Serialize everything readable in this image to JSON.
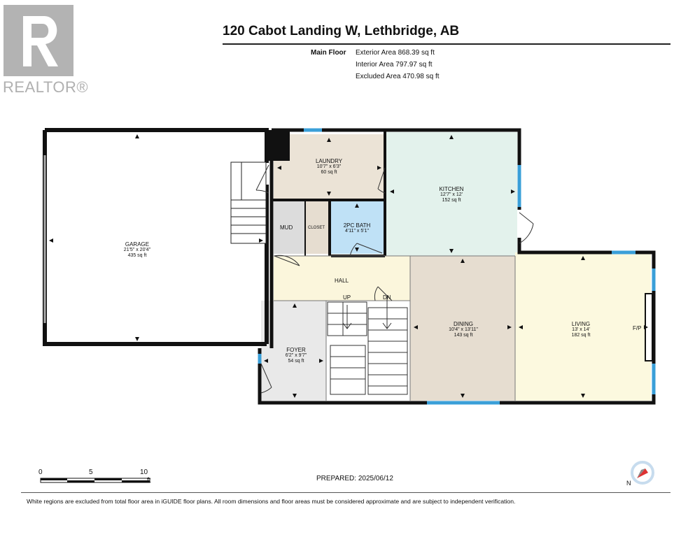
{
  "header": {
    "title": "120 Cabot Landing W, Lethbridge, AB",
    "floor_label": "Main Floor",
    "exterior_area": "Exterior Area 868.39 sq ft",
    "interior_area": "Interior Area 797.97 sq ft",
    "excluded_area": "Excluded Area 470.98 sq ft"
  },
  "logo": {
    "text": "REALTOR®",
    "icon": "realtor-r-logo",
    "color": "#b3b3b3"
  },
  "rooms": {
    "garage": {
      "name": "GARAGE",
      "dims": "21'5\" x 20'4\"",
      "area": "435 sq ft"
    },
    "laundry": {
      "name": "LAUNDRY",
      "dims": "10'7\" x 6'3\"",
      "area": "60 sq ft"
    },
    "kitchen": {
      "name": "KITCHEN",
      "dims": "12'7\" x 12'",
      "area": "152 sq ft"
    },
    "bath": {
      "name": "2PC BATH",
      "dims": "4'11\" x 5'1\""
    },
    "mud": {
      "name": "MUD"
    },
    "closet": {
      "name": "CLOSET"
    },
    "hall": {
      "name": "HALL"
    },
    "up": {
      "name": "UP"
    },
    "dn": {
      "name": "DN"
    },
    "dining": {
      "name": "DINING",
      "dims": "10'4\" x 13'11\"",
      "area": "143 sq ft"
    },
    "living": {
      "name": "LIVING",
      "dims": "13' x 14'",
      "area": "182 sq ft"
    },
    "fireplace": {
      "name": "F/P"
    },
    "foyer": {
      "name": "FOYER",
      "dims": "6'2\" x 9'7\"",
      "area": "54 sq ft"
    }
  },
  "colors": {
    "laundry": "#ebe3d6",
    "kitchen": "#e3f2ec",
    "bath": "#bfe1f6",
    "mud": "#dcdcdc",
    "closet": "#e6ddd0",
    "hall": "#fbf6dc",
    "dining": "#e6ddd0",
    "living": "#fcf9df",
    "foyer": "#e9e9e9",
    "window": "#3a9fd8",
    "wall": "#111111"
  },
  "scale": {
    "ticks": [
      "0",
      "5",
      "10"
    ],
    "unit": "ft"
  },
  "prepared": "PREPARED: 2025/06/12",
  "compass": {
    "icon": "compass-icon",
    "label": "N"
  },
  "footer": {
    "disclaimer": "White regions are excluded from total floor area in iGUIDE floor plans. All room dimensions and floor areas must be considered approximate and are subject to independent verification."
  }
}
